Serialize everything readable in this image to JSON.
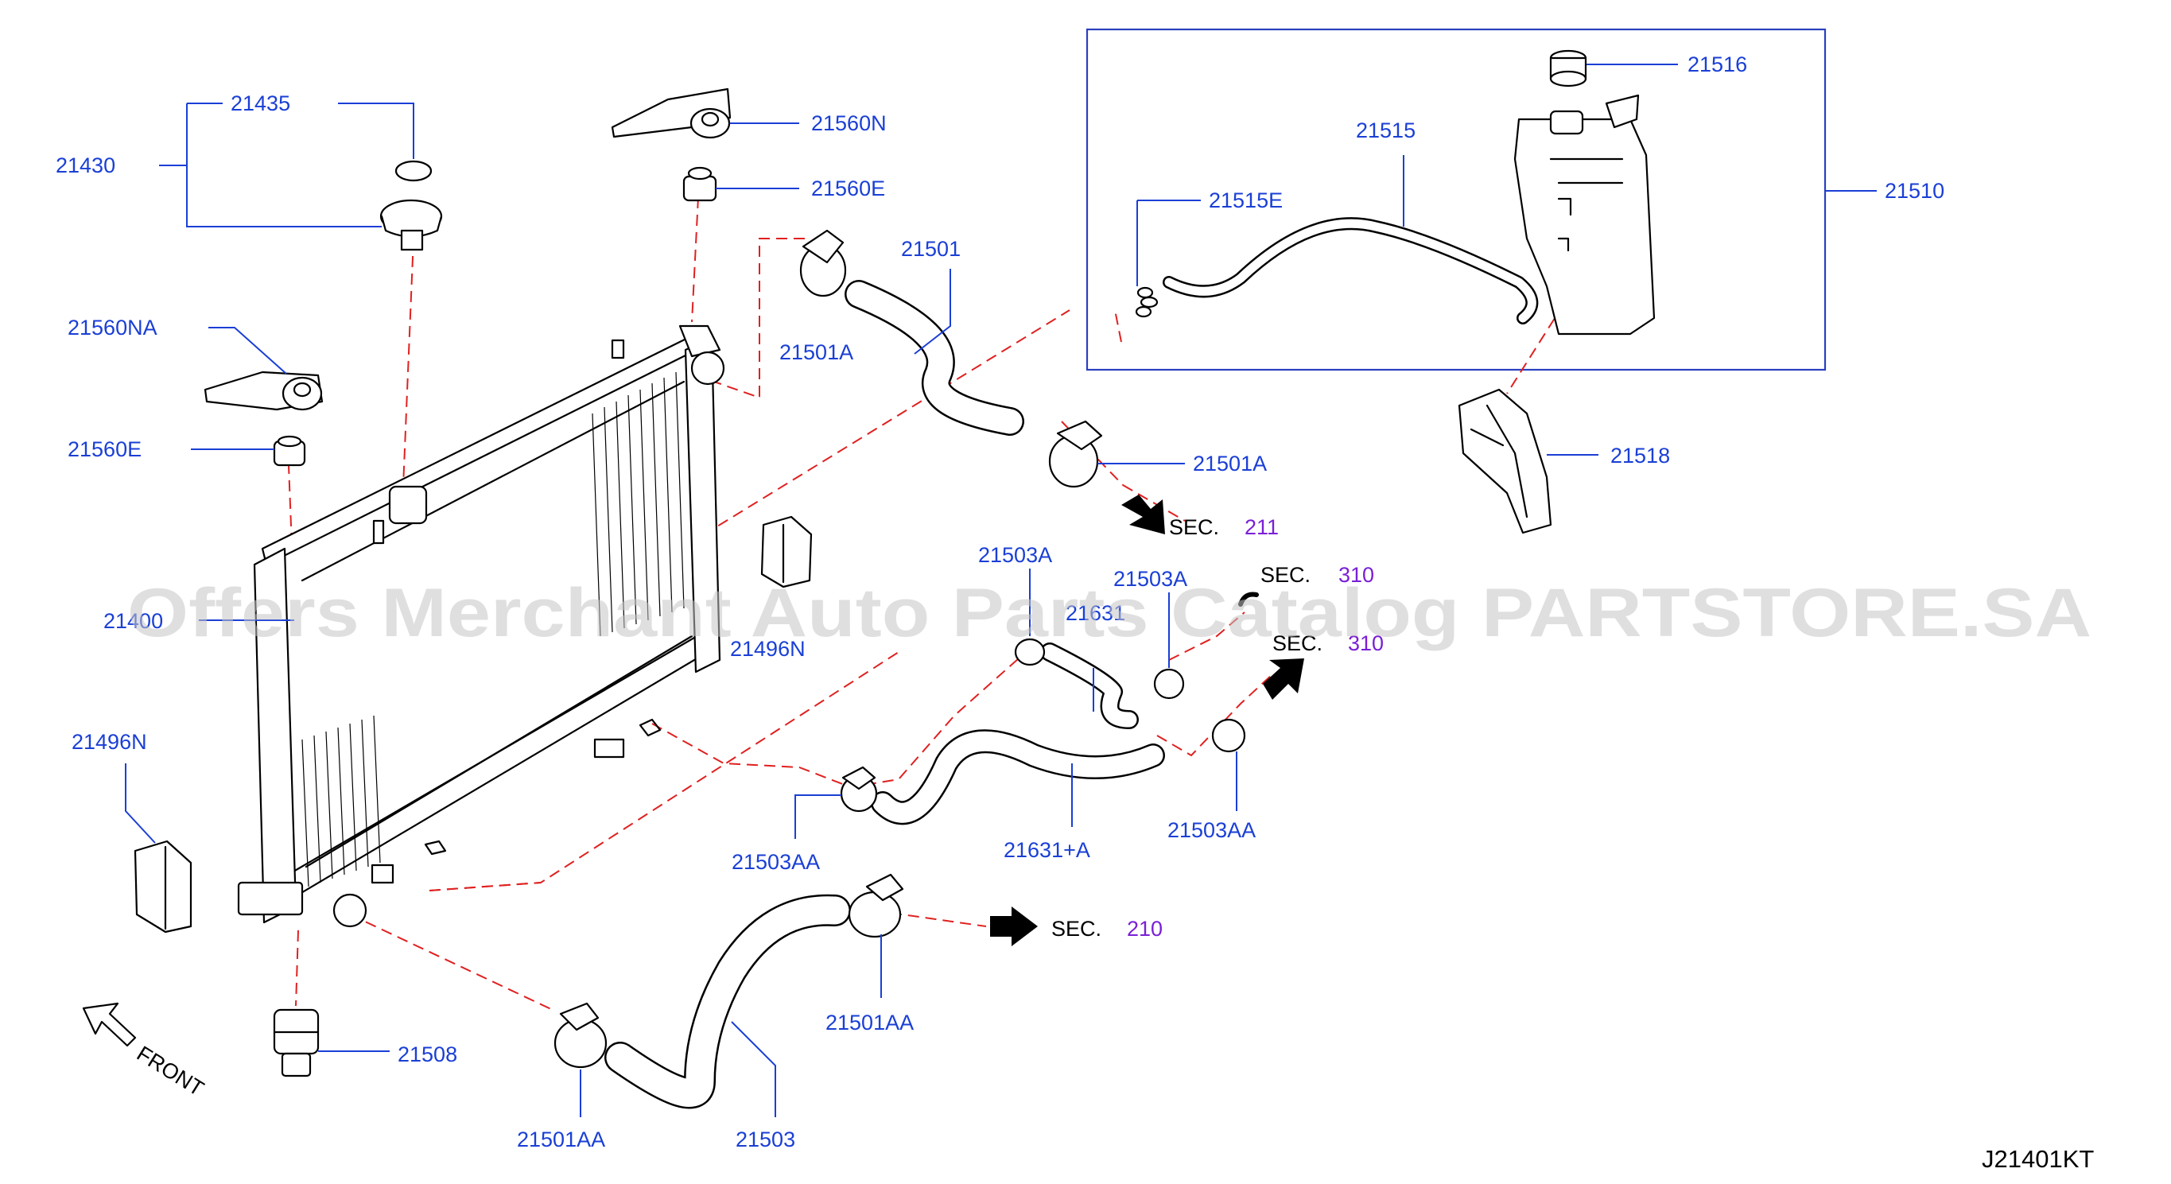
{
  "watermark": "Offers Merchant Auto Parts Catalog PARTSTORE.SA",
  "diagram_code": "J21401KT",
  "front_label": "FRONT",
  "labels": {
    "p21435": "21435",
    "p21430": "21430",
    "p21560N": "21560N",
    "p21560E_top": "21560E",
    "p21560NA": "21560NA",
    "p21560E_left": "21560E",
    "p21400": "21400",
    "p21496N_left": "21496N",
    "p21496N_mid": "21496N",
    "p21501": "21501",
    "p21501A_top": "21501A",
    "p21501A_bottom": "21501A",
    "p21503A_left": "21503A",
    "p21503A_right": "21503A",
    "p21631": "21631",
    "p21631A": "21631+A",
    "p21503AA_left": "21503AA",
    "p21503AA_right": "21503AA",
    "p21501AA_right": "21501AA",
    "p21501AA_left": "21501AA",
    "p21503": "21503",
    "p21508": "21508",
    "p21515": "21515",
    "p21515E": "21515E",
    "p21516": "21516",
    "p21510": "21510",
    "p21518": "21518"
  },
  "sec_refs": [
    {
      "prefix": "SEC.",
      "number": "211"
    },
    {
      "prefix": "SEC.",
      "number": "310"
    },
    {
      "prefix": "SEC.",
      "number": "310"
    },
    {
      "prefix": "SEC.",
      "number": "210"
    }
  ],
  "colors": {
    "label": "#1a3fd6",
    "sec_number": "#7a1fd6",
    "phantom_line": "#e02020",
    "line": "#000000"
  }
}
